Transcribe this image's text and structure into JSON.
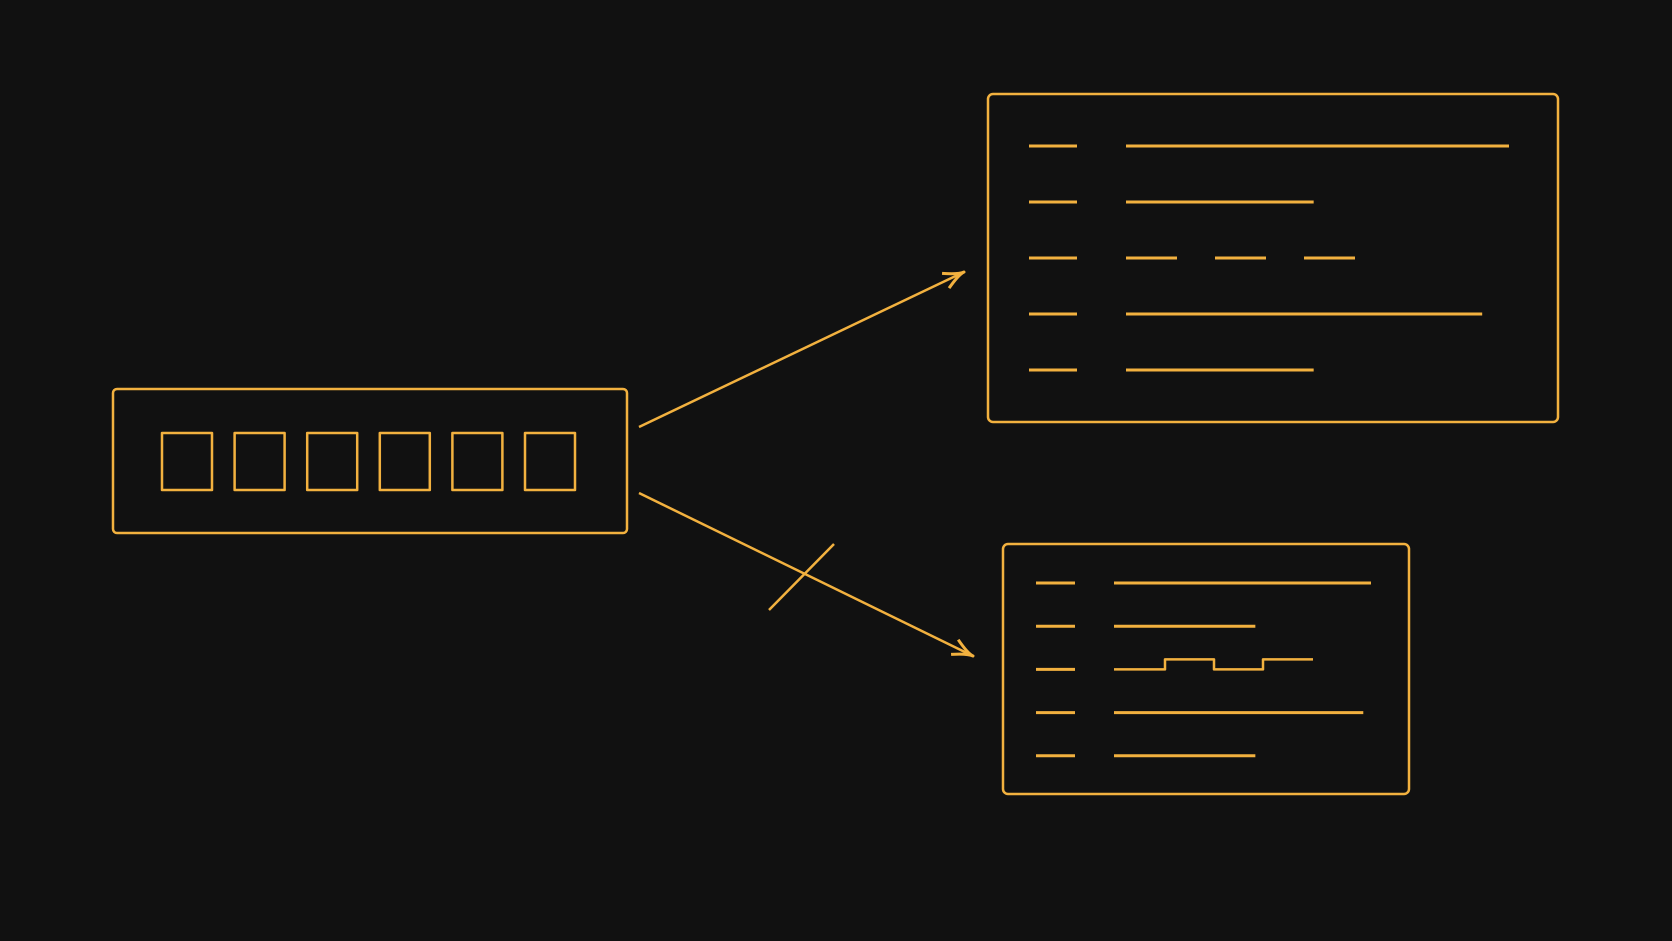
{
  "colors": {
    "background": "#111111",
    "accent": "#F2B13F"
  },
  "source": {
    "cell_count": 6
  },
  "panels": [
    {
      "name": "target-panel-top",
      "rows": [
        {
          "marker": "dash",
          "content": "line",
          "length": 1.0
        },
        {
          "marker": "dash",
          "content": "line",
          "length": 0.49
        },
        {
          "marker": "dash",
          "content": "dashed",
          "segments": 3
        },
        {
          "marker": "dash",
          "content": "line",
          "length": 0.93
        },
        {
          "marker": "dash",
          "content": "line",
          "length": 0.49
        }
      ]
    },
    {
      "name": "target-panel-bottom",
      "rows": [
        {
          "marker": "dash",
          "content": "line",
          "length": 1.0
        },
        {
          "marker": "dash",
          "content": "line",
          "length": 0.55
        },
        {
          "marker": "dash",
          "content": "step-wave",
          "length": 0.78
        },
        {
          "marker": "dash",
          "content": "line",
          "length": 0.97
        },
        {
          "marker": "dash",
          "content": "line",
          "length": 0.55
        }
      ]
    }
  ],
  "connections": [
    {
      "name": "arrow-to-top-panel",
      "from": "source",
      "to": "target-panel-top",
      "blocked": false
    },
    {
      "name": "arrow-to-bottom-panel",
      "from": "source",
      "to": "target-panel-bottom",
      "blocked": true
    }
  ]
}
